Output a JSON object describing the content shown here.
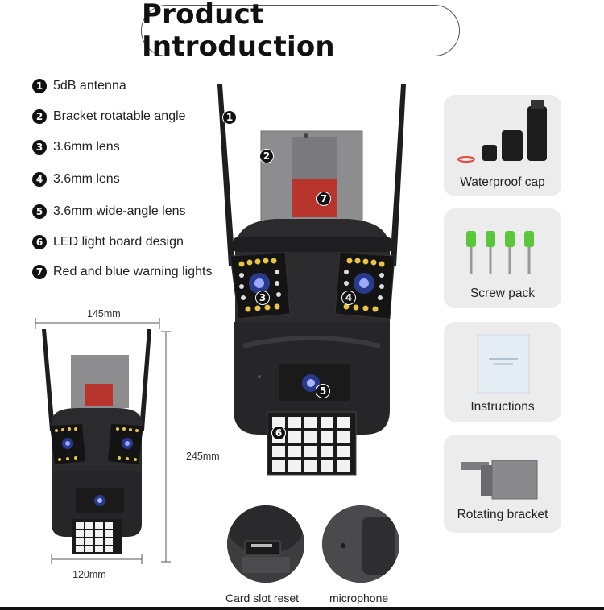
{
  "title": "Product Introduction",
  "features": [
    {
      "num": "1",
      "text": "5dB antenna"
    },
    {
      "num": "2",
      "text": "Bracket rotatable angle"
    },
    {
      "num": "3",
      "text": "3.6mm lens"
    },
    {
      "num": "4",
      "text": "3.6mm lens"
    },
    {
      "num": "5",
      "text": "3.6mm wide-angle lens"
    },
    {
      "num": "6",
      "text": "LED light board design"
    },
    {
      "num": "7",
      "text": "Red and blue warning lights"
    }
  ],
  "accessories": [
    {
      "label": "Waterproof cap"
    },
    {
      "label": "Screw pack"
    },
    {
      "label": "Instructions"
    },
    {
      "label": "Rotating bracket"
    }
  ],
  "dimensions": {
    "width": "145mm",
    "height": "245mm",
    "bottom": "120mm"
  },
  "details": [
    {
      "caption": "Card slot reset"
    },
    {
      "caption": "microphone"
    }
  ]
}
